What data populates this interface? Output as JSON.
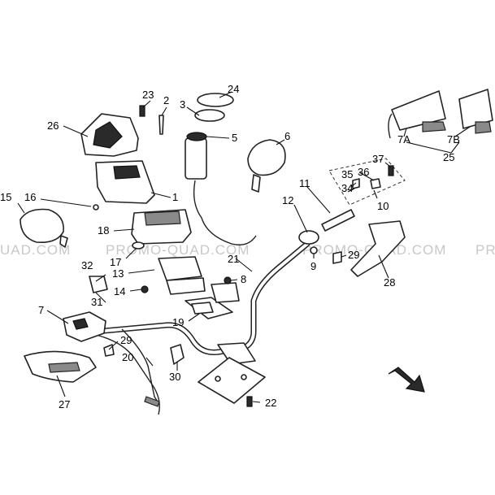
{
  "watermark": {
    "left": "UAD.COM",
    "center": "PROMO-QUAD.COM",
    "right": "PROMO-QUAD.COM",
    "far_right": "PR"
  },
  "labels": {
    "l1": "1",
    "l2": "2",
    "l3": "3",
    "l5": "5",
    "l6": "6",
    "l7": "7",
    "l7a": "7A",
    "l7b": "7B",
    "l8": "8",
    "l9": "9",
    "l10": "10",
    "l11": "11",
    "l12": "12",
    "l13": "13",
    "l14": "14",
    "l15": "15",
    "l16": "16",
    "l17": "17",
    "l18": "18",
    "l19": "19",
    "l20": "20",
    "l21": "21",
    "l22": "22",
    "l23": "23",
    "l24": "24",
    "l25": "25",
    "l26": "26",
    "l27": "27",
    "l28": "28",
    "l29a": "29",
    "l29b": "29",
    "l30": "30",
    "l31": "31",
    "l32": "32",
    "l34": "34",
    "l35": "35",
    "l36": "36",
    "l37": "37"
  },
  "colors": {
    "line": "#222222",
    "watermark": "#c8c8c8",
    "background": "#ffffff"
  },
  "icons": {
    "direction": "arrow-down-right-icon"
  }
}
